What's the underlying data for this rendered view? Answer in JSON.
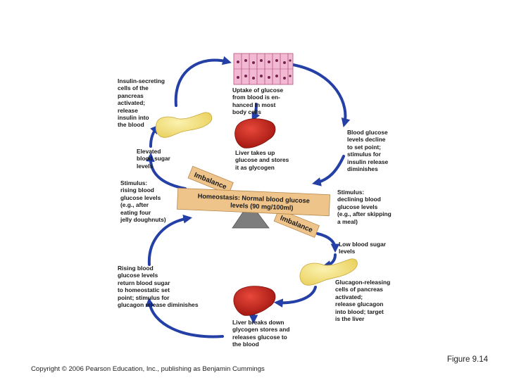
{
  "labels": {
    "insulin_secreting": "Insulin-secreting\ncells of the\npancreas\nactivated;\nrelease\ninsulin into\nthe blood",
    "uptake": "Uptake of glucose\nfrom blood is en-\nhanced in most\nbody cells",
    "blood_glucose_decline": "Blood glucose\nlevels decline\nto set point;\nstimulus for\ninsulin release\ndiminishes",
    "elevated": "Elevated\nblood sugar\nlevels",
    "liver_takes_up": "Liver takes up\nglucose and stores\nit as glycogen",
    "stimulus_rising": "Stimulus:\nrising blood\nglucose levels\n(e.g., after\neating four\njelly doughnuts)",
    "stimulus_declining": "Stimulus:\ndeclining blood\nglucose levels\n(e.g., after skipping\na meal)",
    "low_sugar": "Low blood sugar\nlevels",
    "rising_return": "Rising blood\nglucose levels\nreturn blood sugar\nto homeostatic set\npoint; stimulus for\nglucagon release diminishes",
    "glucagon_releasing": "Glucagon-releasing\ncells of pancreas\nactivated;\nrelease glucagon\ninto blood; target\nis the liver",
    "liver_breaks_down": "Liver breaks down\nglycogen stores and\nreleases glucose to\nthe blood"
  },
  "seesaw": {
    "line1": "Homeostasis: Normal blood glucose",
    "line2": "levels (90 mg/100ml)",
    "imbalance_top": "Imbalance",
    "imbalance_bottom": "Imbalance"
  },
  "figure_label": "Figure 9.14",
  "copyright": "Copyright © 2006 Pearson Education, Inc., publishing as Benjamin Cummings",
  "colors": {
    "arrow": "#2440a6",
    "beam": "#efc48b",
    "fulcrum": "#7d7d7d",
    "liver": "#c8251c",
    "pancreas": "#f4e27a",
    "tissue": "#e28ab4"
  }
}
